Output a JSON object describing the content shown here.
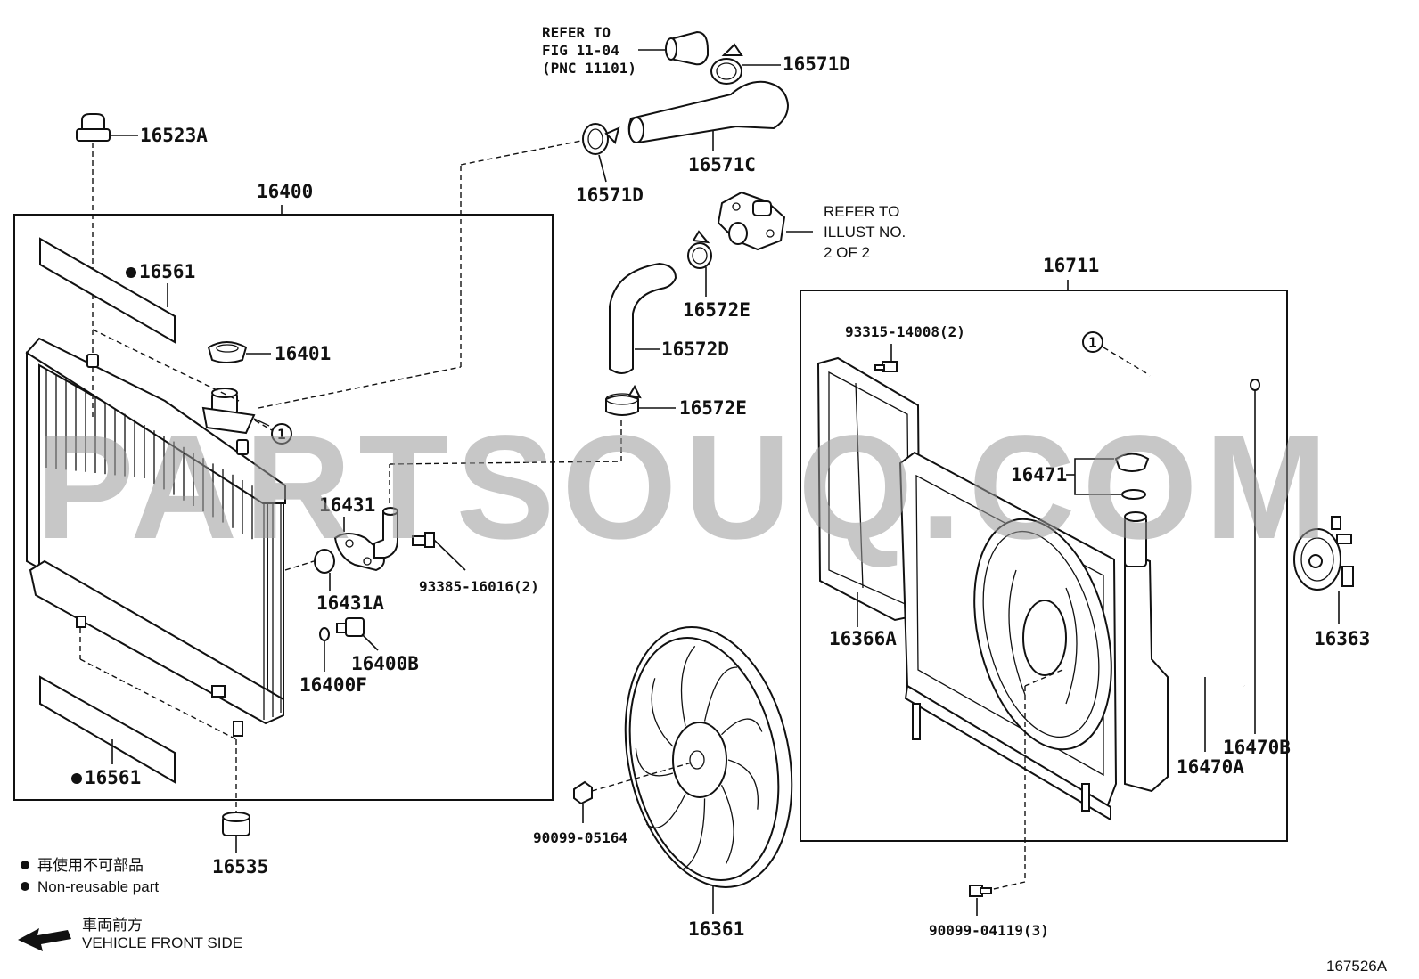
{
  "callouts": {
    "c16523A": "16523A",
    "c16400": "16400",
    "c16561_top": "16561",
    "c16401": "16401",
    "c16431": "16431",
    "c93385": "93385-16016(2)",
    "c16431A": "16431A",
    "c16400B": "16400B",
    "c16400F": "16400F",
    "c16561_bot": "16561",
    "c16535": "16535",
    "c16571D_top": "16571D",
    "c16571C": "16571C",
    "c16571D_left": "16571D",
    "c16572E_top": "16572E",
    "c16572D": "16572D",
    "c16572E_mid": "16572E",
    "c16711": "16711",
    "c93315": "93315-14008(2)",
    "c16471": "16471",
    "c16366A": "16366A",
    "c16363": "16363",
    "c16470A": "16470A",
    "c16470B": "16470B",
    "c90099_05164": "90099-05164",
    "c16361": "16361",
    "c90099_04119": "90099-04119(3)"
  },
  "refer_top": {
    "line1": "REFER TO",
    "line2": "FIG 11-04",
    "line3": "(PNC 11101)"
  },
  "refer_right": {
    "line1": "REFER TO",
    "line2": "ILLUST NO.",
    "line3": "2 OF 2"
  },
  "circle_ref": "1",
  "legend": {
    "jp": "再使用不可部品",
    "en": "Non-reusable part"
  },
  "front": {
    "jp": "車両前方",
    "en": "VEHICLE FRONT SIDE"
  },
  "watermark": "PARTSOUQ.COM",
  "diagram_id": "167526A"
}
